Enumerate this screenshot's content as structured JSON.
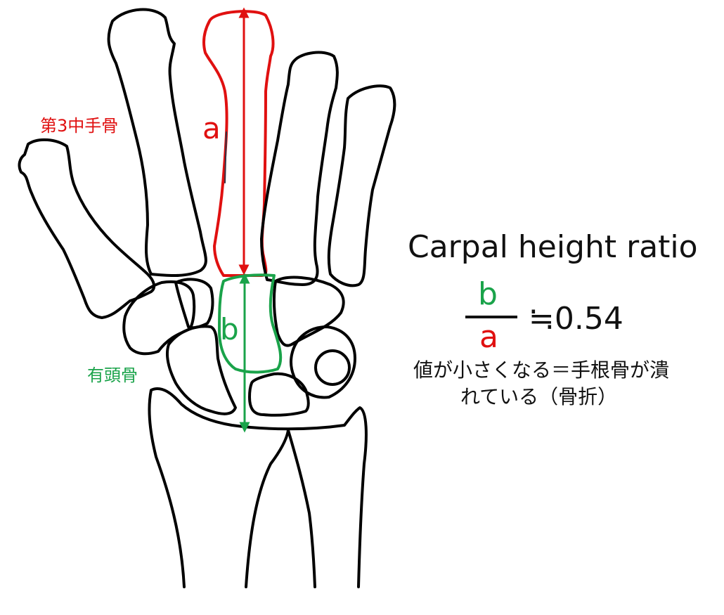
{
  "labels": {
    "third_metacarpal": "第3中手骨",
    "capitate": "有頭骨",
    "a": "a",
    "b": "b"
  },
  "formula": {
    "title": "Carpal height ratio",
    "numerator": "b",
    "denominator": "a",
    "approx_value": "≒0.54"
  },
  "note": {
    "line1": "値が小さくなる＝手根骨が潰",
    "line2": "れている（骨折）"
  },
  "colors": {
    "a_highlight": "#e01010",
    "b_highlight": "#1aa34a",
    "outline": "#000000"
  }
}
